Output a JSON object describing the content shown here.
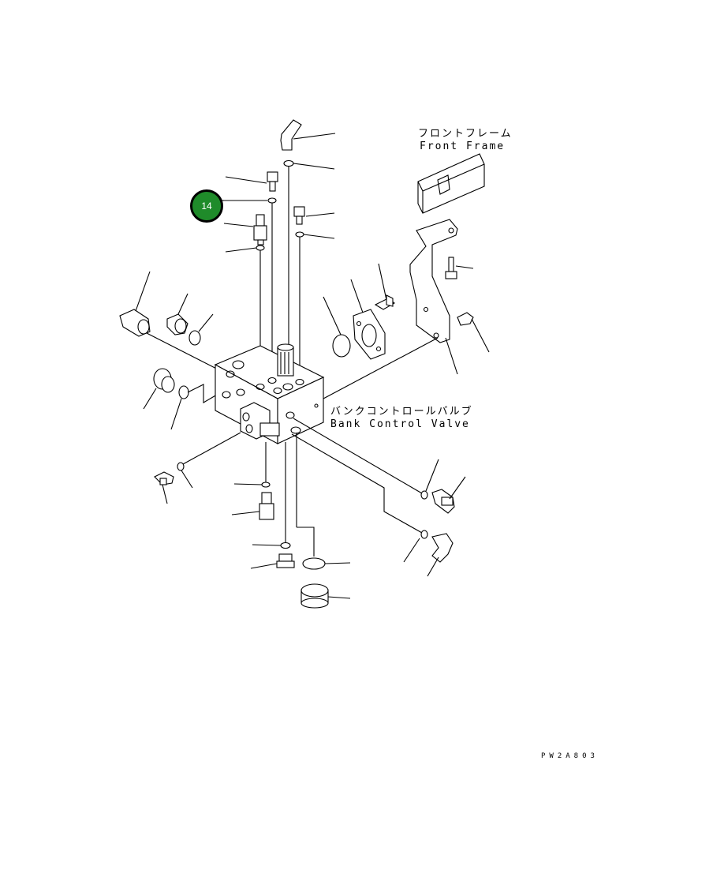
{
  "labels": {
    "front_frame_jp": "フロントフレーム",
    "front_frame_en": "Front Frame",
    "bank_valve_jp": "バンクコントロールバルブ",
    "bank_valve_en": "Bank Control Valve"
  },
  "callout": {
    "number": "14",
    "color": "#1f8b2a"
  },
  "drawing_code": "PW2A803"
}
